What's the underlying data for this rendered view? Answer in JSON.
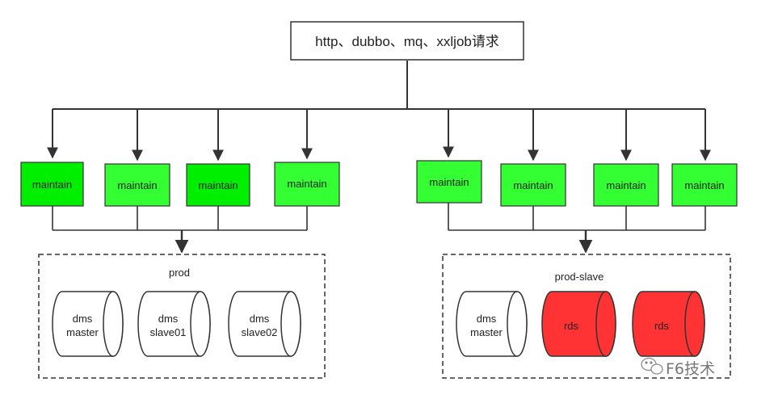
{
  "request": {
    "label": "http、dubbo、mq、xxljob请求"
  },
  "maintain_nodes": [
    {
      "label": "maintain"
    },
    {
      "label": "maintain"
    },
    {
      "label": "maintain"
    },
    {
      "label": "maintain"
    },
    {
      "label": "maintain"
    },
    {
      "label": "maintain"
    },
    {
      "label": "maintain"
    },
    {
      "label": "maintain"
    }
  ],
  "clusters": [
    {
      "label": "prod",
      "databases": [
        {
          "lines": [
            "dms",
            "master"
          ],
          "color": "#ffffff"
        },
        {
          "lines": [
            "dms",
            "slave01"
          ],
          "color": "#ffffff"
        },
        {
          "lines": [
            "dms",
            "slave02"
          ],
          "color": "#ffffff"
        }
      ]
    },
    {
      "label": "prod-slave",
      "databases": [
        {
          "lines": [
            "dms",
            "master"
          ],
          "color": "#ffffff"
        },
        {
          "lines": [
            "rds"
          ],
          "color": "#ff3333"
        },
        {
          "lines": [
            "rds"
          ],
          "color": "#ff3333"
        }
      ]
    }
  ],
  "colors": {
    "maintain_fill": "#33ff33",
    "maintain_fill_alt": "#00ee00",
    "maintain_stroke": "#2e7d32",
    "rds_fill": "#ff3333"
  },
  "watermark": {
    "icon": "wechat-icon",
    "text": "F6技术"
  }
}
